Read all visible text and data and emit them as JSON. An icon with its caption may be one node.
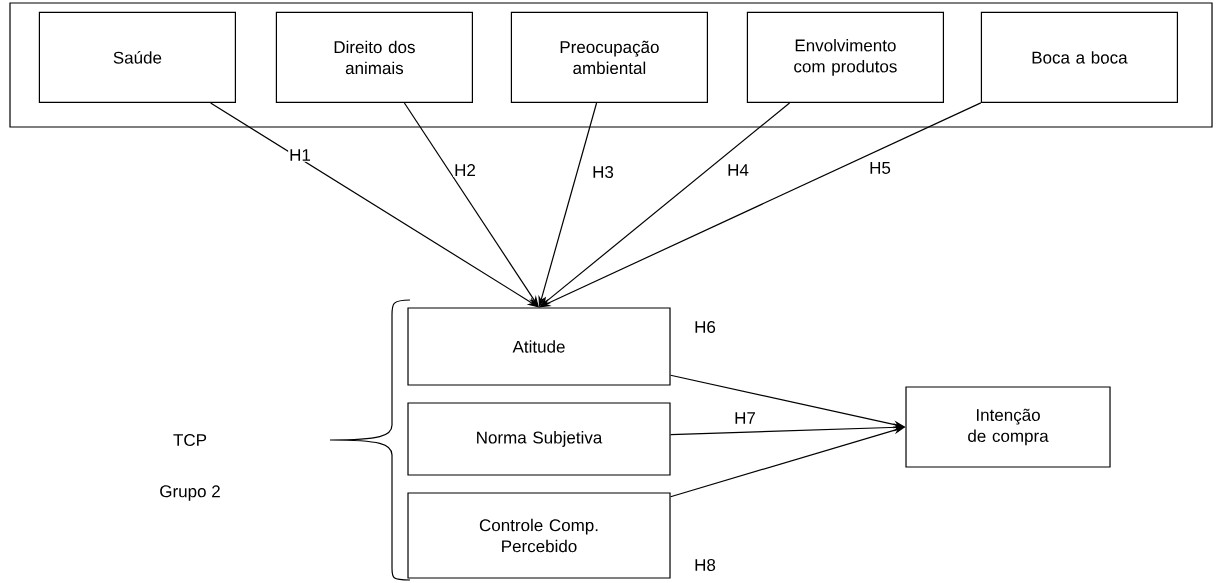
{
  "diagram": {
    "nodes": [
      {
        "text": [],
        "shape": "box"
      },
      {
        "text": [
          "Saúde"
        ],
        "in": 0
      },
      {
        "text": [
          "Direito dos animais"
        ],
        "in": 0
      },
      {
        "text": [
          "Preocupação ambiental"
        ],
        "in": 0
      },
      {
        "text": [
          "Envolvimento com produtos"
        ],
        "in": 0
      },
      {
        "text": [
          "Boca a boca"
        ],
        "in": 0
      },
      {
        "text": [
          "Atitude"
        ]
      },
      {
        "text": [
          "Norma Subjetiva"
        ]
      },
      {
        "text": [
          "Controle Comp. Percebido"
        ]
      },
      {
        "text": [
          "Intenção de compra"
        ]
      }
    ],
    "edges": [
      {
        "from": 1,
        "to": 6,
        "arrow": "to",
        "label": "H1"
      },
      {
        "from": 2,
        "to": 6,
        "arrow": "to",
        "label": "H2"
      },
      {
        "from": 3,
        "to": 6,
        "arrow": "to",
        "label": "H3"
      },
      {
        "from": 4,
        "to": 6,
        "arrow": "to",
        "label": "H4"
      },
      {
        "from": 5,
        "to": 6,
        "arrow": "to",
        "label": "H5"
      },
      {
        "from": 6,
        "to": 9,
        "arrow": "to",
        "label": "H6"
      },
      {
        "from": 7,
        "to": 9,
        "arrow": "to",
        "label": "H7"
      },
      {
        "from": 8,
        "to": 9,
        "arrow": "to",
        "label": "H8"
      }
    ],
    "labels": [
      "TCP",
      "Grupo 2"
    ]
  }
}
